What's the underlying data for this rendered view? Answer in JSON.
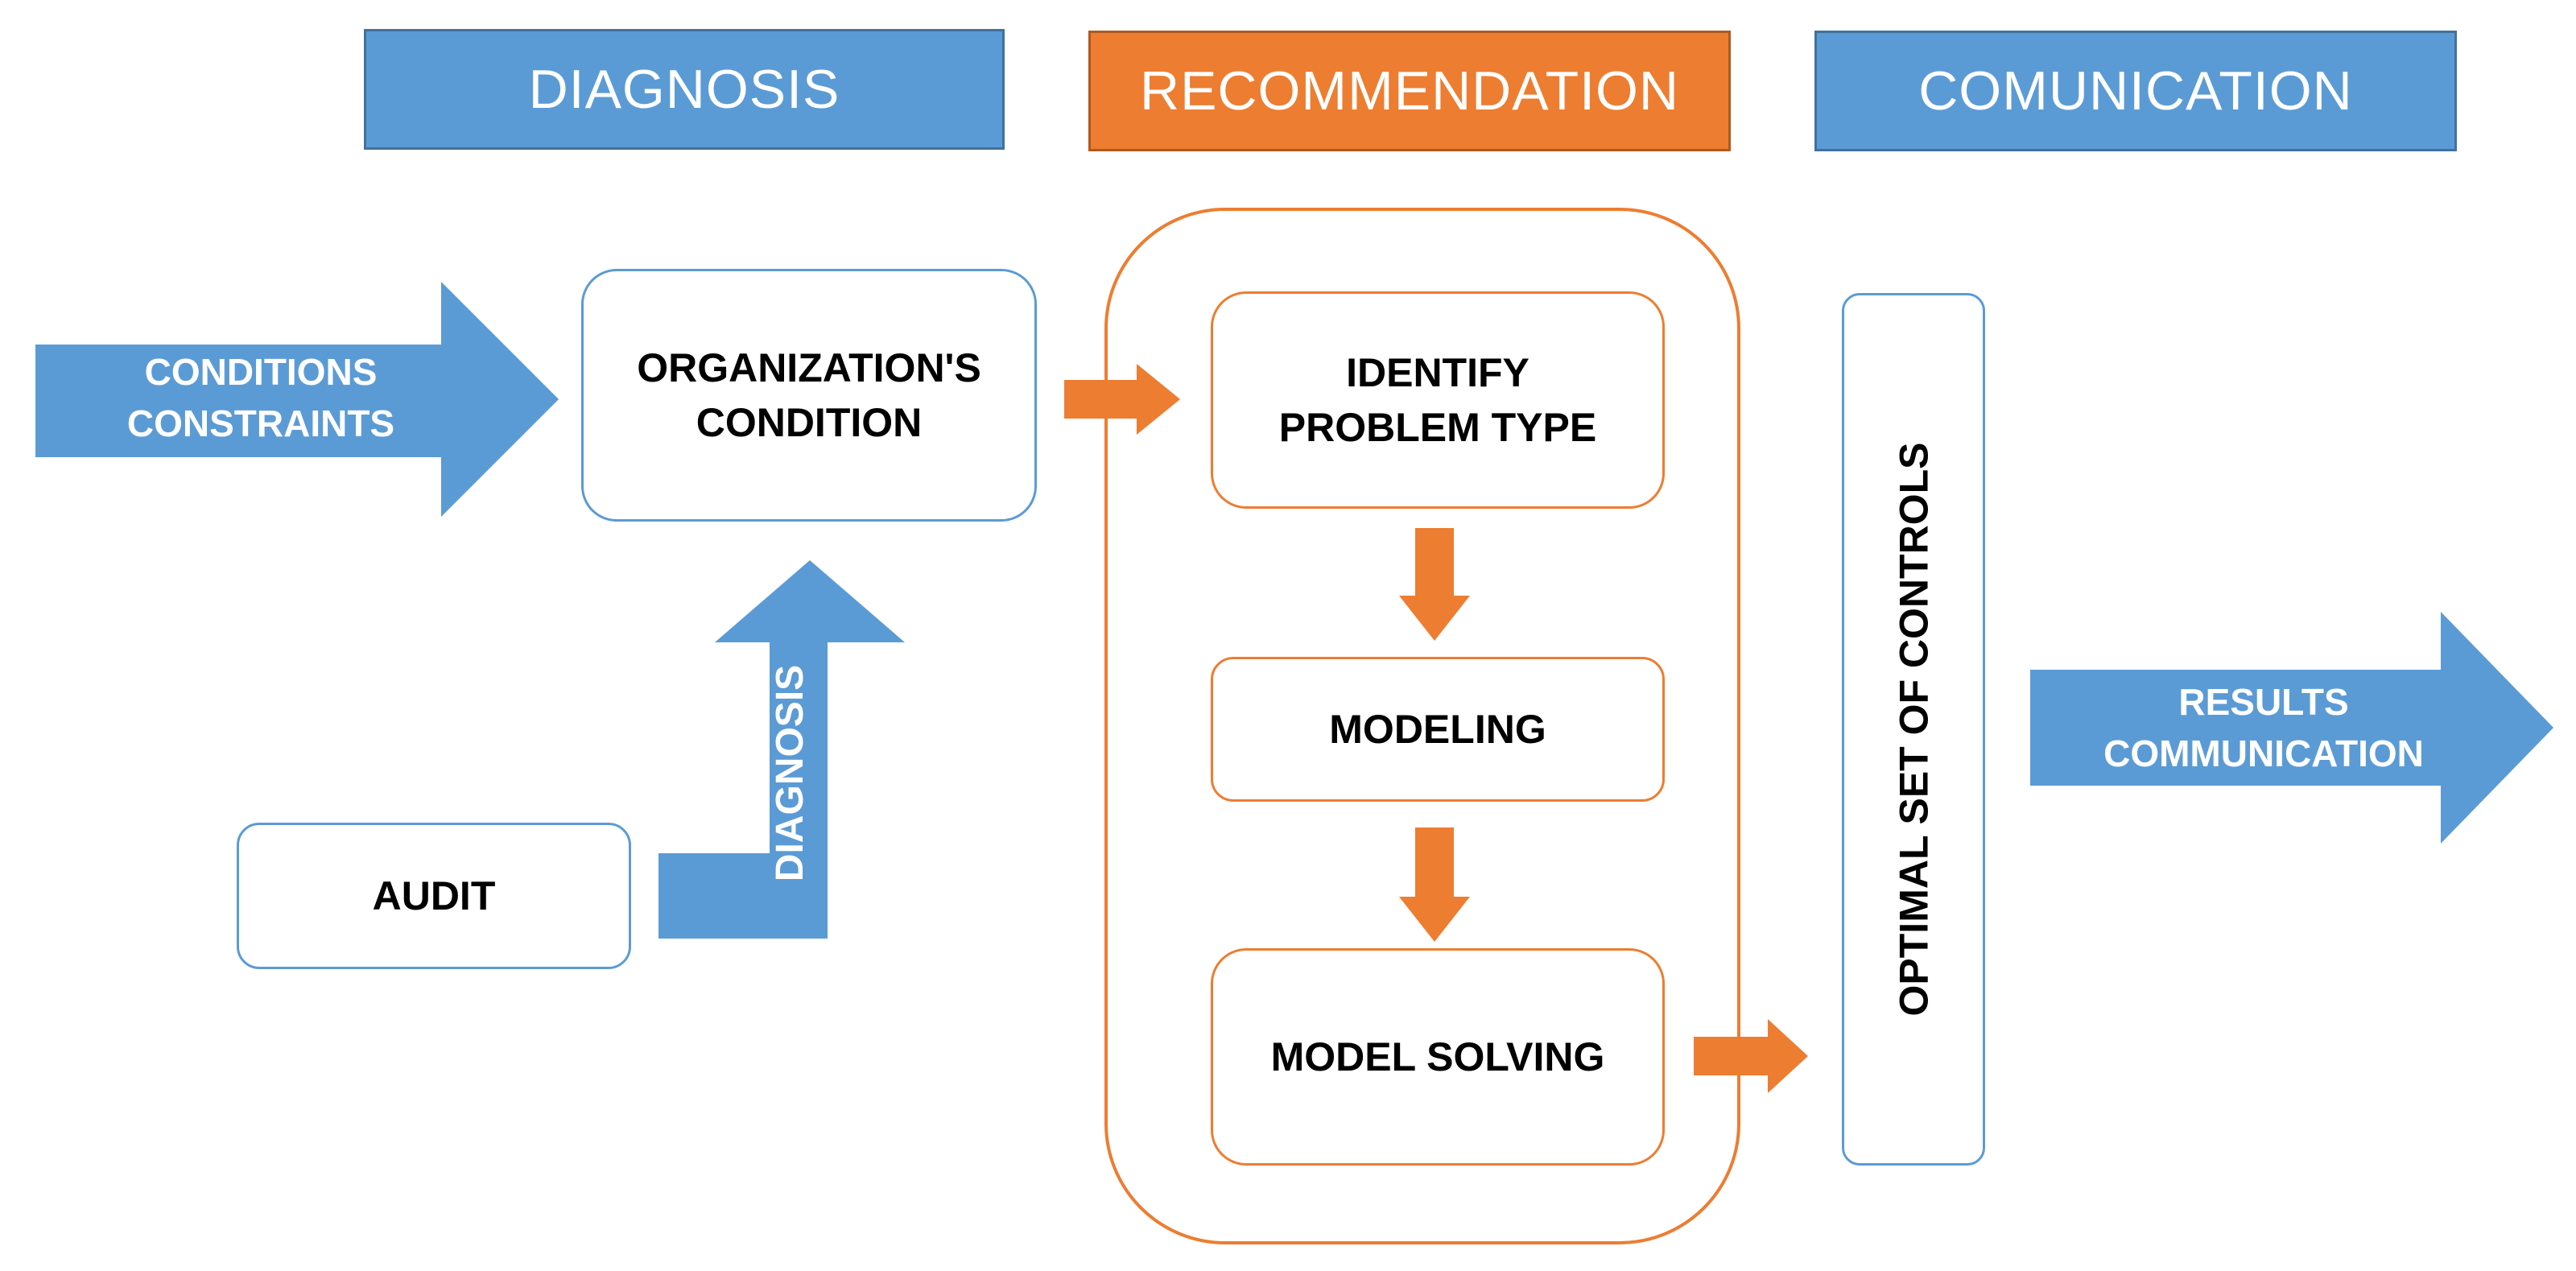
{
  "headers": {
    "diagnosis": "DIAGNOSIS",
    "recommendation": "RECOMMENDATION",
    "communication": "COMUNICATION"
  },
  "arrows": {
    "input_label": "CONDITIONS\nCONSTRAINTS",
    "diagnosis_label": "DIAGNOSIS",
    "output_label": "RESULTS\nCOMMUNICATION"
  },
  "boxes": {
    "organization_condition": "ORGANIZATION'S\nCONDITION",
    "audit": "AUDIT",
    "identify_problem_type": "IDENTIFY\nPROBLEM TYPE",
    "modeling": "MODELING",
    "model_solving": "MODEL SOLVING",
    "optimal_set_of_controls": "OPTIMAL SET OF CONTROLS"
  },
  "colors": {
    "blue": "#5b9bd5",
    "blue_border": "#41719c",
    "orange": "#ed7d31",
    "orange_border": "#ae5a21"
  }
}
